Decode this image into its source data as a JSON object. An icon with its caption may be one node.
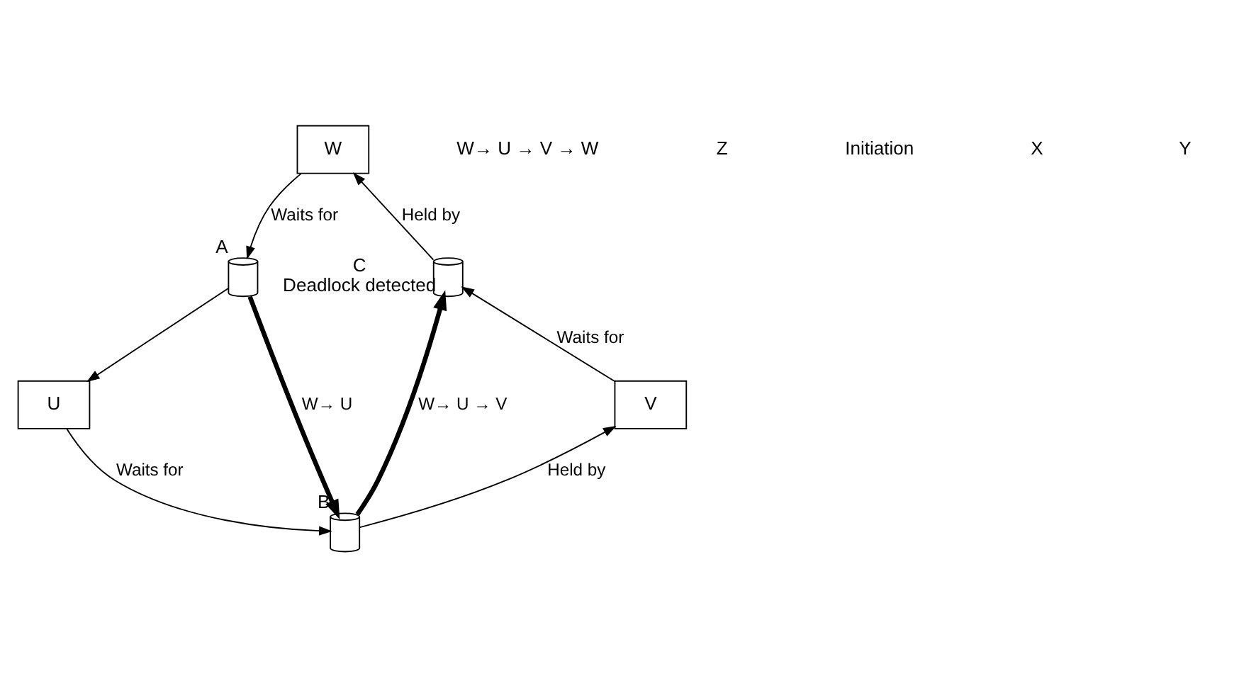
{
  "diagram": {
    "nodes": [
      {
        "text": [
          "W"
        ]
      },
      {
        "text": [],
        "shape": "cylinder",
        "beside": [
          "A"
        ]
      },
      {
        "text": [
          "U"
        ]
      },
      {
        "text": [],
        "shape": "cylinder",
        "beside": [
          "B"
        ]
      },
      {
        "text": [
          "V"
        ]
      },
      {
        "text": [],
        "shape": "cylinder",
        "beside": [
          "C",
          "Deadlock detected"
        ]
      }
    ],
    "edges": [
      {
        "from": 5,
        "to": 0,
        "arrow": "to",
        "label": "Held by"
      },
      {
        "from": 0,
        "to": 1,
        "arrow": "to",
        "label": "Waits for"
      },
      {
        "from": 1,
        "to": 2,
        "arrow": "to"
      },
      {
        "from": 2,
        "to": 3,
        "arrow": "to",
        "label": "Waits for"
      },
      {
        "from": 3,
        "to": 4,
        "arrow": "to",
        "label": "Held by"
      },
      {
        "from": 4,
        "to": 5,
        "arrow": "to",
        "label": "Waits for"
      },
      {
        "from": 1,
        "to": 3,
        "arrow": "to",
        "label": "W→ U",
        "style": "thick"
      },
      {
        "from": 3,
        "to": 5,
        "arrow": "to",
        "label": "W→ U → V",
        "style": "thick"
      }
    ],
    "labels": [
      "W→ U → V → W",
      "Z",
      "Initiation",
      "X",
      "Y"
    ]
  }
}
